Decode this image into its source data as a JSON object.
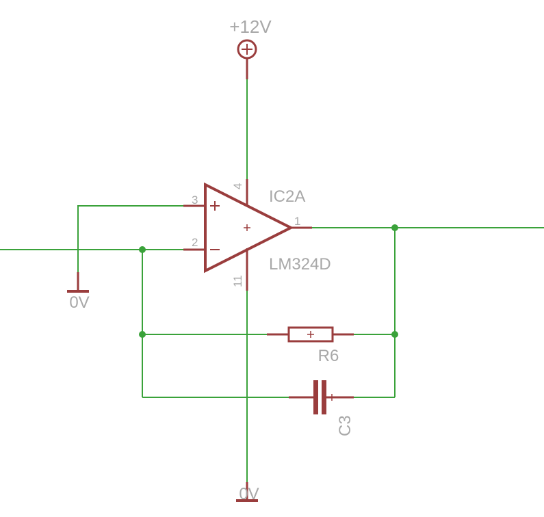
{
  "supply": {
    "label": "+12V"
  },
  "opamp": {
    "name": "IC2A",
    "part": "LM324D",
    "pins": {
      "noninv": "3",
      "inv": "2",
      "out": "1",
      "vcc": "4",
      "gnd": "11"
    }
  },
  "grounds": {
    "left": "0V",
    "bottom": "0V"
  },
  "resistor": {
    "label": "R6"
  },
  "capacitor": {
    "label": "C3"
  },
  "colors": {
    "wire": "#3aa23a",
    "component": "#9a3d3d",
    "text": "#a8a8a8"
  }
}
